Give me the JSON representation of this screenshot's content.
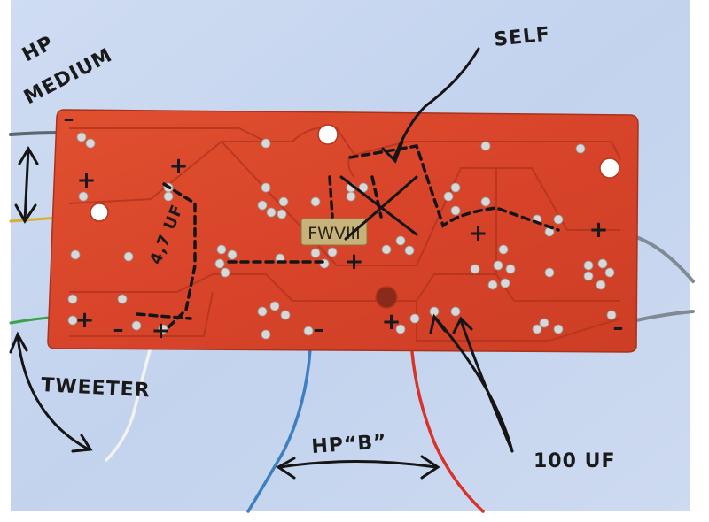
{
  "annotations": {
    "hp_medium_line1": "HP",
    "hp_medium_line2": "MEDIUM",
    "self": "SELF",
    "tweeter": "TWEETER",
    "hp_b": "HP“B”",
    "cap_100uf": "100 UF",
    "cap_47uf": "4,7 UF"
  },
  "board": {
    "model_label": "FWVIII"
  },
  "polarity": {
    "plus": "+",
    "minus": "–"
  },
  "colors": {
    "board": "#d9452a",
    "trace": "#c73a22",
    "solder": "#d8d8d8",
    "background": "#c8d8f0",
    "wire_blue": "#3d7fc0",
    "wire_red": "#d8322a",
    "wire_green": "#3aa24a",
    "wire_white": "#f2f2f0",
    "wire_gray": "#7f8a94",
    "wire_yellow": "#d8b030"
  }
}
